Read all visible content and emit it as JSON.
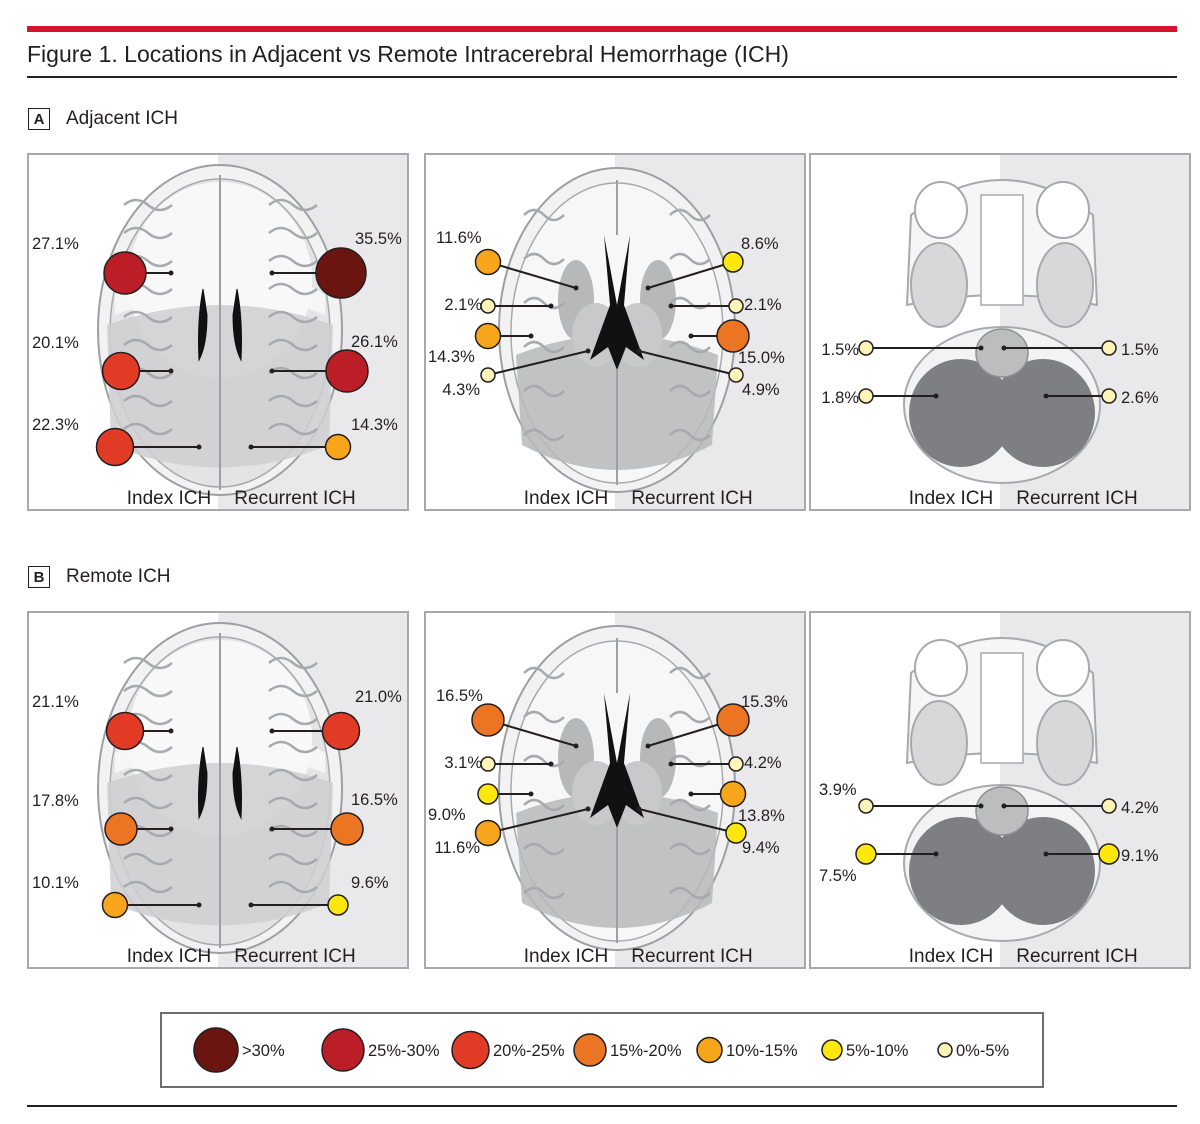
{
  "figure": {
    "title": "Figure 1. Locations in Adjacent vs Remote Intracerebral Hemorrhage (ICH)",
    "accent_color": "#d6142e"
  },
  "columns": {
    "left": "Index ICH",
    "right": "Recurrent ICH"
  },
  "sections": [
    {
      "letter": "A",
      "label": "Adjacent ICH",
      "panels": [
        {
          "view": "cortical",
          "markers": [
            {
              "label": "27.1%",
              "value": 27.1,
              "side": "left"
            },
            {
              "label": "35.5%",
              "value": 35.5,
              "side": "right"
            },
            {
              "label": "20.1%",
              "value": 20.1,
              "side": "left"
            },
            {
              "label": "26.1%",
              "value": 26.1,
              "side": "right"
            },
            {
              "label": "22.3%",
              "value": 22.3,
              "side": "left"
            },
            {
              "label": "14.3%",
              "value": 14.3,
              "side": "right"
            }
          ]
        },
        {
          "view": "deep",
          "markers": [
            {
              "label": "11.6%",
              "value": 11.6,
              "side": "left"
            },
            {
              "label": "8.6%",
              "value": 8.6,
              "side": "right"
            },
            {
              "label": "2.1%",
              "value": 2.1,
              "side": "left"
            },
            {
              "label": "2.1%",
              "value": 2.1,
              "side": "right"
            },
            {
              "label": "14.3%",
              "value": 14.3,
              "side": "left"
            },
            {
              "label": "15.0%",
              "value": 15.0,
              "side": "right"
            },
            {
              "label": "4.3%",
              "value": 4.3,
              "side": "left"
            },
            {
              "label": "4.9%",
              "value": 4.9,
              "side": "right"
            }
          ]
        },
        {
          "view": "infratentorial",
          "markers": [
            {
              "label": "1.5%",
              "value": 1.5,
              "side": "left"
            },
            {
              "label": "1.5%",
              "value": 1.5,
              "side": "right"
            },
            {
              "label": "1.8%",
              "value": 1.8,
              "side": "left"
            },
            {
              "label": "2.6%",
              "value": 2.6,
              "side": "right"
            }
          ]
        }
      ]
    },
    {
      "letter": "B",
      "label": "Remote ICH",
      "panels": [
        {
          "view": "cortical",
          "markers": [
            {
              "label": "21.1%",
              "value": 21.1,
              "side": "left"
            },
            {
              "label": "21.0%",
              "value": 21.0,
              "side": "right"
            },
            {
              "label": "17.8%",
              "value": 17.8,
              "side": "left"
            },
            {
              "label": "16.5%",
              "value": 16.5,
              "side": "right"
            },
            {
              "label": "10.1%",
              "value": 10.1,
              "side": "left"
            },
            {
              "label": "9.6%",
              "value": 9.6,
              "side": "right"
            }
          ]
        },
        {
          "view": "deep",
          "markers": [
            {
              "label": "16.5%",
              "value": 16.5,
              "side": "left"
            },
            {
              "label": "15.3%",
              "value": 15.3,
              "side": "right"
            },
            {
              "label": "3.1%",
              "value": 3.1,
              "side": "left"
            },
            {
              "label": "4.2%",
              "value": 4.2,
              "side": "right"
            },
            {
              "label": "9.0%",
              "value": 9.0,
              "side": "left"
            },
            {
              "label": "13.8%",
              "value": 13.8,
              "side": "right"
            },
            {
              "label": "11.6%",
              "value": 11.6,
              "side": "left"
            },
            {
              "label": "9.4%",
              "value": 9.4,
              "side": "right"
            }
          ]
        },
        {
          "view": "infratentorial",
          "markers": [
            {
              "label": "3.9%",
              "value": 3.9,
              "side": "left"
            },
            {
              "label": "4.2%",
              "value": 4.2,
              "side": "right"
            },
            {
              "label": "7.5%",
              "value": 7.5,
              "side": "left"
            },
            {
              "label": "9.1%",
              "value": 9.1,
              "side": "right"
            }
          ]
        }
      ]
    }
  ],
  "legend": [
    {
      "label": ">30%",
      "min": 30,
      "color": "#6b1510"
    },
    {
      "label": "25%-30%",
      "min": 25,
      "color": "#bb1e26"
    },
    {
      "label": "20%-25%",
      "min": 20,
      "color": "#e13b26"
    },
    {
      "label": "15%-20%",
      "min": 15,
      "color": "#ec7524"
    },
    {
      "label": "10%-15%",
      "min": 10,
      "color": "#f7a51b"
    },
    {
      "label": "5%-10%",
      "min": 5,
      "color": "#fde70e"
    },
    {
      "label": "0%-5%",
      "min": 0,
      "color": "#fcf4b8"
    }
  ]
}
